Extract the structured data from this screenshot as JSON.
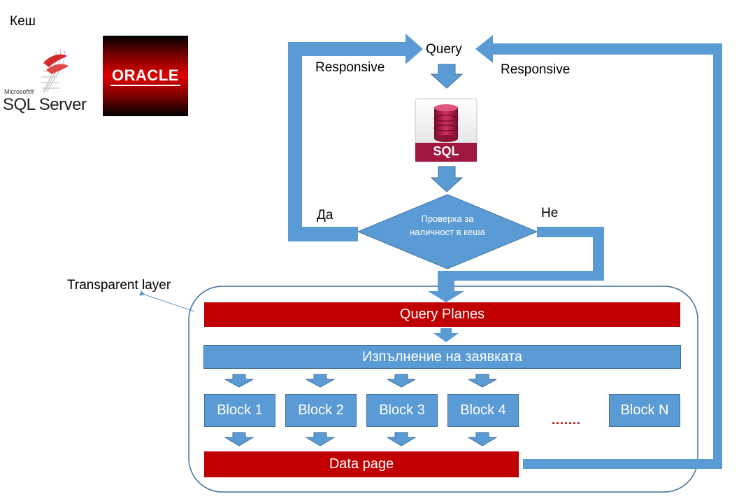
{
  "cache_label": "Кеш",
  "logos": {
    "sql_server_small": "Microsoft®",
    "sql_server_big": "SQL Server",
    "oracle": "ORACLE"
  },
  "query_label": "Query",
  "responsive_left": "Responsive",
  "responsive_right": "Responsive",
  "sql_icon_label": "SQL",
  "decision": {
    "text": "Проверка за наличност в кеша",
    "yes_label": "Да",
    "no_label": "Не"
  },
  "transparent_layer_label": "Transparent layer",
  "query_planes_label": "Query Planes",
  "execution_label": "Изпълнение на заявката",
  "blocks": [
    "Block 1",
    "Block 2",
    "Block 3",
    "Block 4"
  ],
  "ellipsis": ".......",
  "block_n_label": "Block N",
  "data_page_label": "Data page",
  "colors": {
    "blue": "#5b9bd5",
    "blue_border": "#41719c",
    "red": "#c00000",
    "sql_red": "#a01840"
  }
}
